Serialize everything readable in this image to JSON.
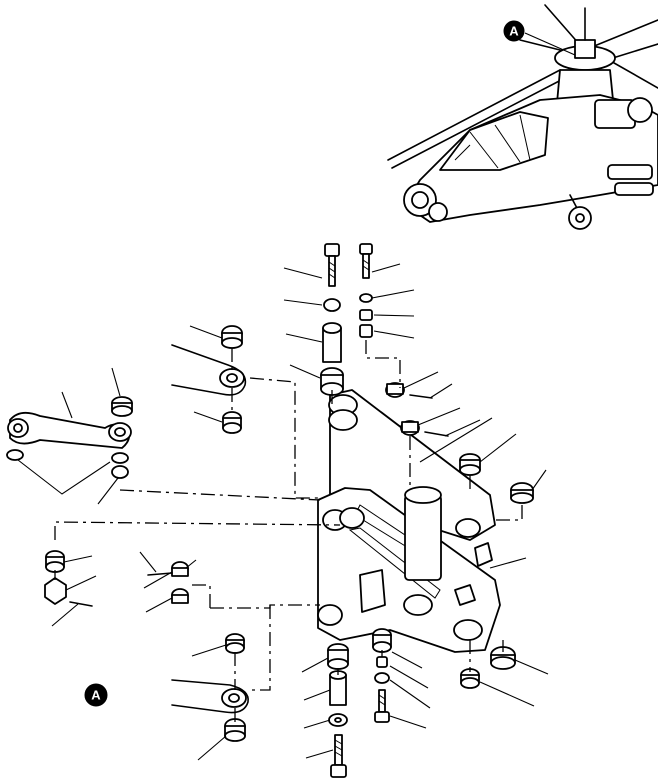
{
  "figure": {
    "detail_callout": "A",
    "detail_label": "A"
  },
  "icons": {
    "callout_shape": "filled-circle"
  }
}
